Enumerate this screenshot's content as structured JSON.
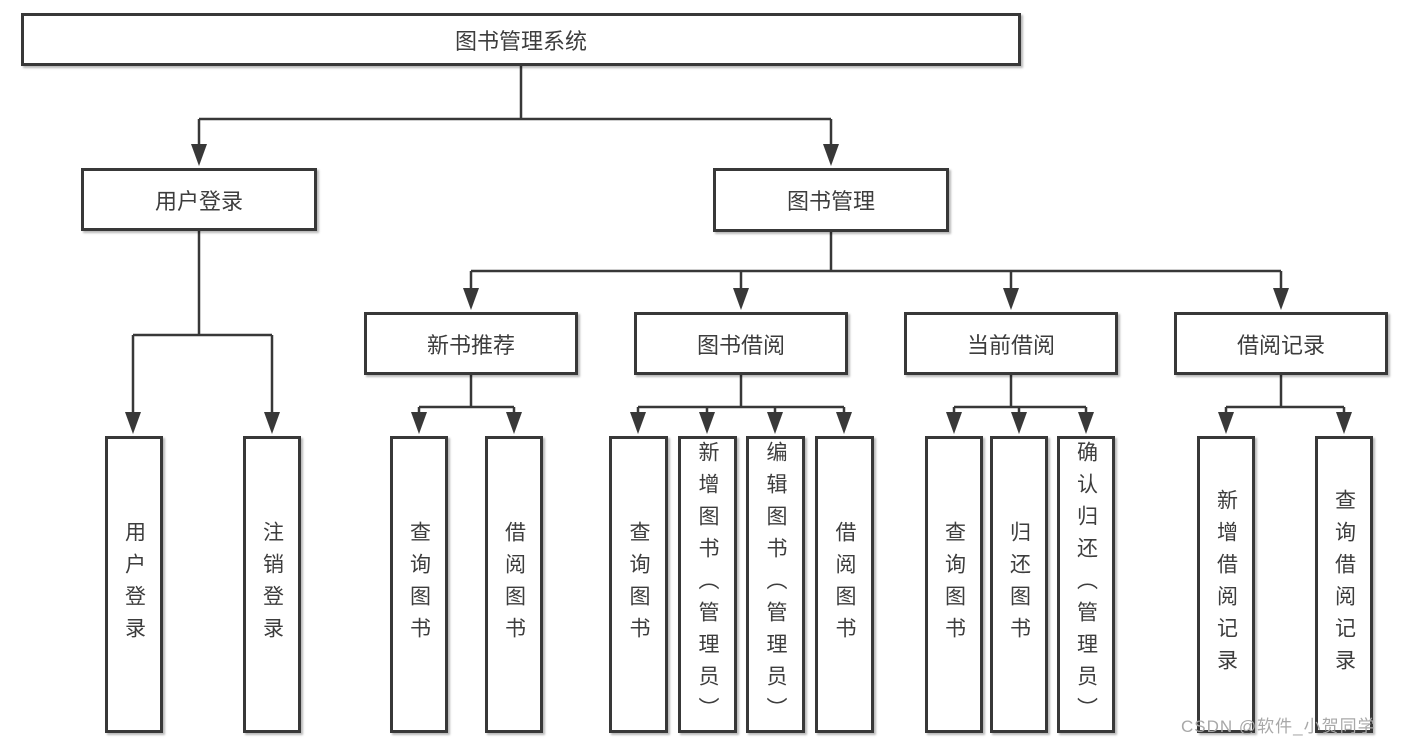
{
  "diagram_type": "hierarchy-tree",
  "colors": {
    "line": "#383838",
    "box_border": "#383838",
    "text": "#3d3d3d",
    "watermark": "#a8a8a8",
    "background": "#ffffff"
  },
  "tree": {
    "root": {
      "label": "图书管理系统",
      "children": [
        {
          "label": "用户登录",
          "children": [
            {
              "label": "用户登录"
            },
            {
              "label": "注销登录"
            }
          ]
        },
        {
          "label": "图书管理",
          "children": [
            {
              "label": "新书推荐",
              "children": [
                {
                  "label": "查询图书"
                },
                {
                  "label": "借阅图书"
                }
              ]
            },
            {
              "label": "图书借阅",
              "children": [
                {
                  "label": "查询图书"
                },
                {
                  "label": "新增图书（管理员）"
                },
                {
                  "label": "编辑图书（管理员）"
                },
                {
                  "label": "借阅图书"
                }
              ]
            },
            {
              "label": "当前借阅",
              "children": [
                {
                  "label": "查询图书"
                },
                {
                  "label": "归还图书"
                },
                {
                  "label": "确认归还（管理员）"
                }
              ]
            },
            {
              "label": "借阅记录",
              "children": [
                {
                  "label": "新增借阅记录"
                },
                {
                  "label": "查询借阅记录"
                }
              ]
            }
          ]
        }
      ]
    }
  },
  "watermark": {
    "text": "CSDN @软件_小贺同学"
  }
}
